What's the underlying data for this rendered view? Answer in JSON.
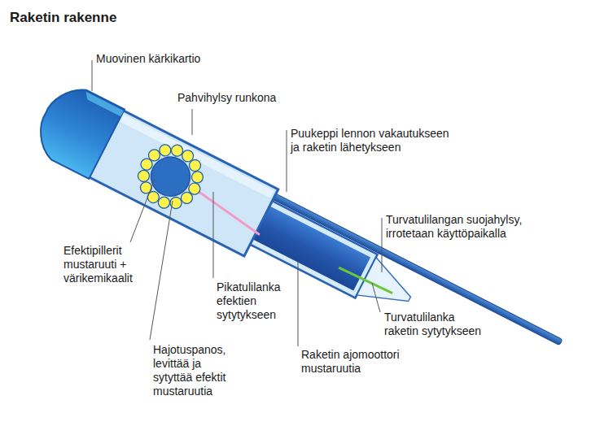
{
  "diagram": {
    "title": "Raketin rakenne",
    "labels": [
      "Muovinen kärkikartio",
      "Pahvihylsy runkona",
      "Puukeppi lennon vakautukseen ja raketin lähetykseen",
      "Turvatulilangan suojahylsy, irrotetaan käyttöpaikalla",
      "Efektipillerit mustaruuti + värikemikaalit",
      "Pikatulilanka efektien sytytykseen",
      "Turvatulilanka raketin sytytykseen",
      "Hajotuspanos, levittää ja sytyttää efektit mustaruutia",
      "Raketin ajomoottori mustaruutia"
    ]
  }
}
